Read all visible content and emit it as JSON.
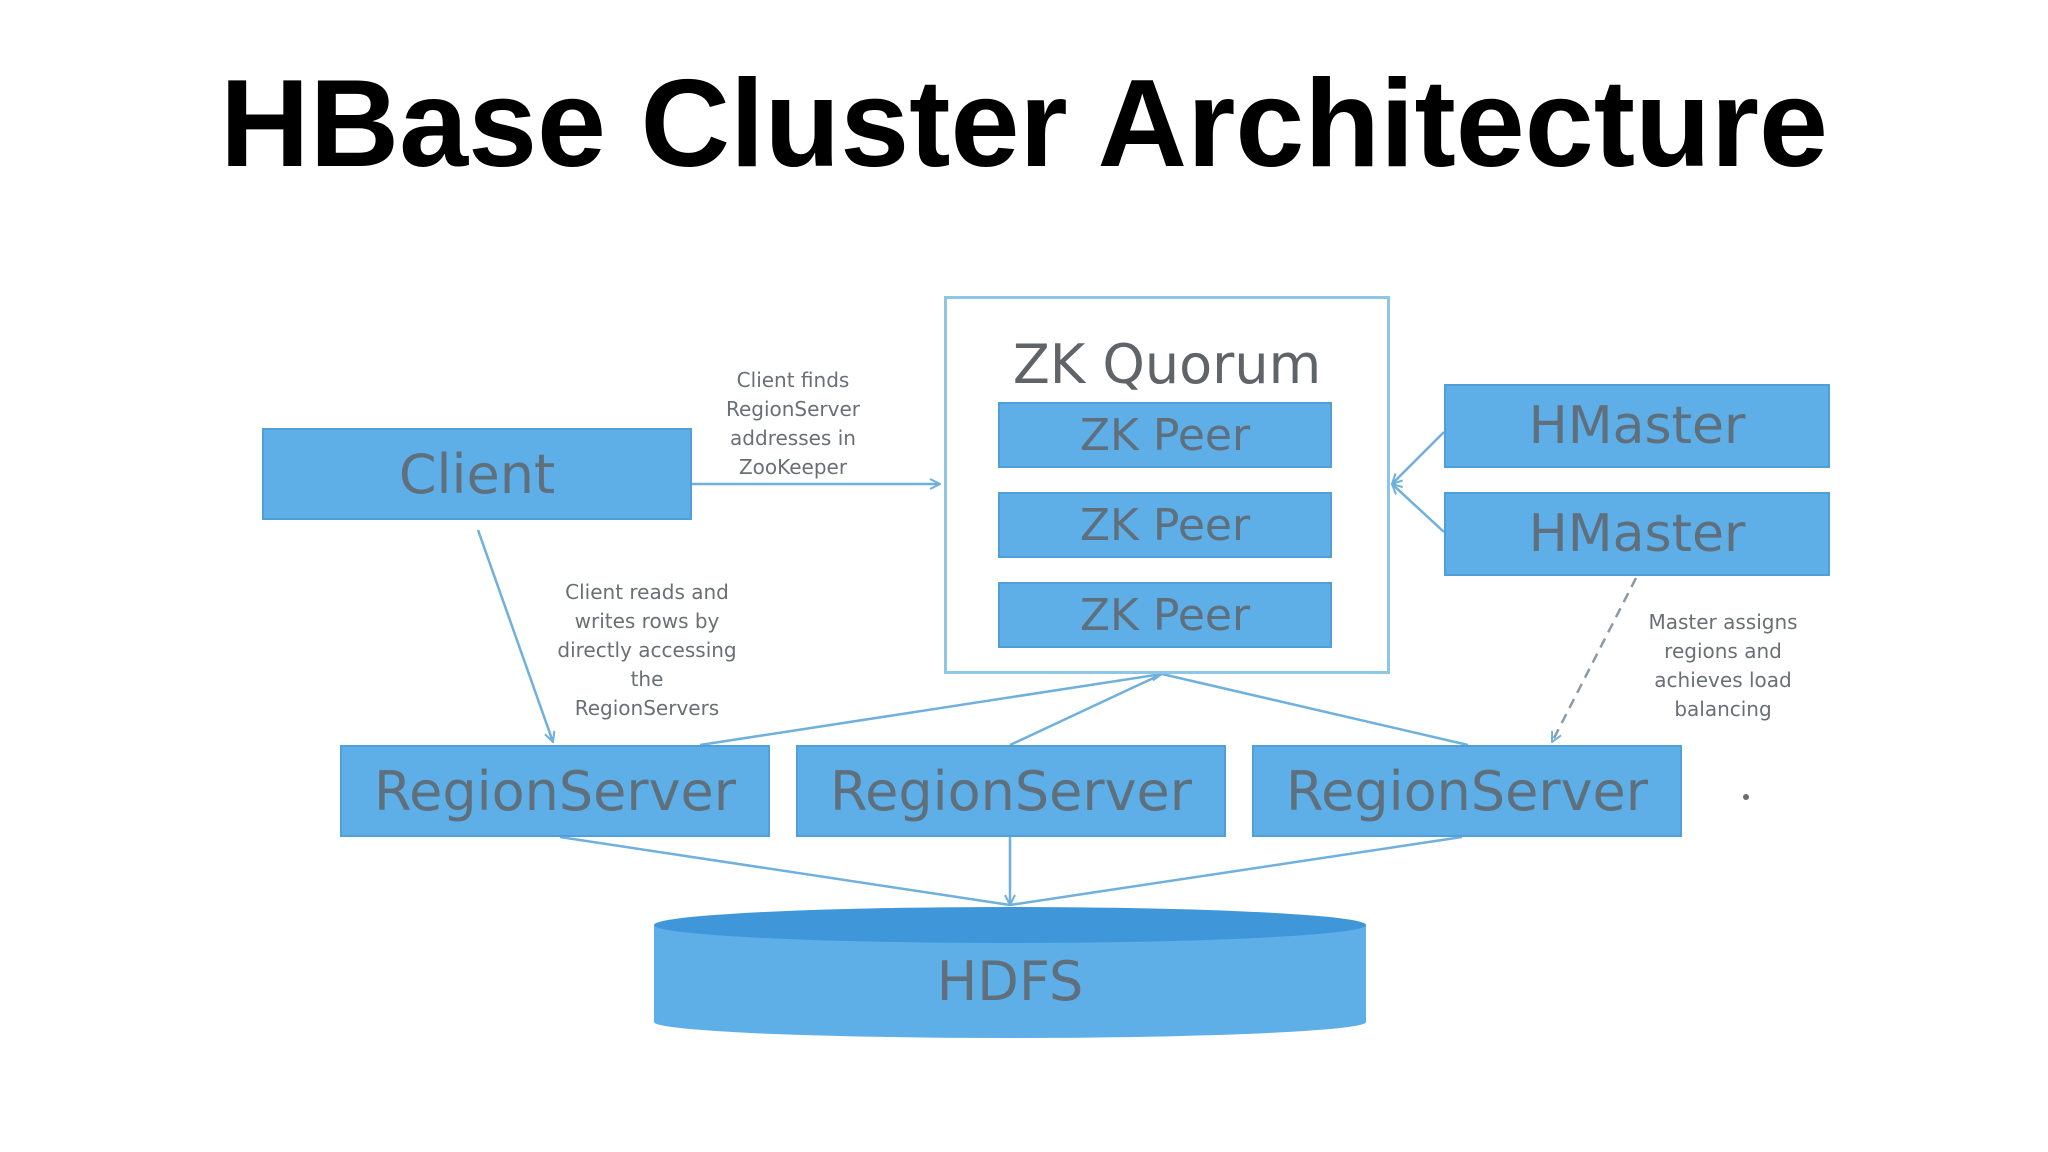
{
  "title": "HBase Cluster Architecture",
  "nodes": {
    "client": "Client",
    "zk_quorum": "ZK Quorum",
    "zk_peers": [
      "ZK Peer",
      "ZK Peer",
      "ZK Peer"
    ],
    "hmasters": [
      "HMaster",
      "HMaster"
    ],
    "region_servers": [
      "RegionServer",
      "RegionServer",
      "RegionServer"
    ],
    "hdfs": "HDFS"
  },
  "notes": {
    "client_finds": [
      "Client finds",
      "RegionServer",
      "addresses in",
      "ZooKeeper"
    ],
    "client_reads": [
      "Client reads and",
      "writes rows by",
      "directly accessing",
      "the",
      "RegionServers"
    ],
    "master_assigns": [
      "Master assigns",
      "regions and",
      "achieves load",
      "balancing"
    ]
  },
  "colors": {
    "box_fill": "#5eaee8",
    "box_text": "#5f6f7c",
    "wire": "#6fb0dc",
    "quorum_border": "#8ec6e6"
  }
}
